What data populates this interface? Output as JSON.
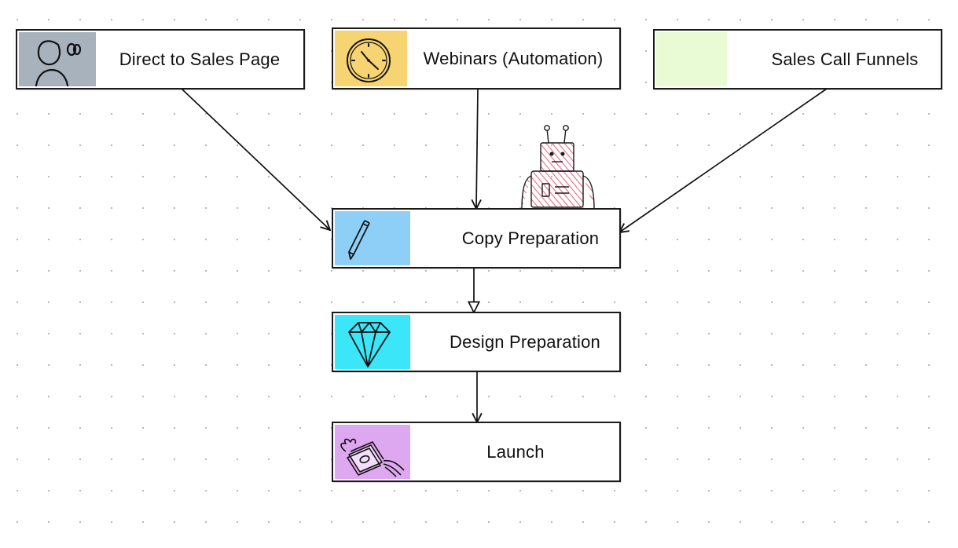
{
  "colors": {
    "direct_swatch": "#a7b2bd",
    "webinars_swatch": "#f7d472",
    "sales_call_swatch": "#e8fbd4",
    "copy_swatch": "#8ecff7",
    "design_swatch": "#3be6f8",
    "launch_swatch": "#dea8f0",
    "robot_hatch": "#d81e4a",
    "ink": "#111111"
  },
  "icons": {
    "direct": "person-speaking-icon",
    "webinars": "clock-icon",
    "sales_call": "blank-swatch",
    "copy": "pen-icon",
    "design": "diamond-icon",
    "launch": "flying-money-icon",
    "decoration": "robot-icon"
  },
  "nodes": {
    "direct": {
      "label": "Direct to Sales Page"
    },
    "webinars": {
      "label": "Webinars (Automation)"
    },
    "sales_call": {
      "label": "Sales Call Funnels"
    },
    "copy": {
      "label": "Copy Preparation"
    },
    "design": {
      "label": "Design Preparation"
    },
    "launch": {
      "label": "Launch"
    }
  },
  "edges": [
    {
      "from": "Direct to Sales Page",
      "to": "Copy Preparation",
      "arrow": "open"
    },
    {
      "from": "Webinars (Automation)",
      "to": "Copy Preparation",
      "arrow": "open"
    },
    {
      "from": "Sales Call Funnels",
      "to": "Copy Preparation",
      "arrow": "open"
    },
    {
      "from": "Copy Preparation",
      "to": "Design Preparation",
      "arrow": "hollow-triangle"
    },
    {
      "from": "Design Preparation",
      "to": "Launch",
      "arrow": "open"
    }
  ]
}
